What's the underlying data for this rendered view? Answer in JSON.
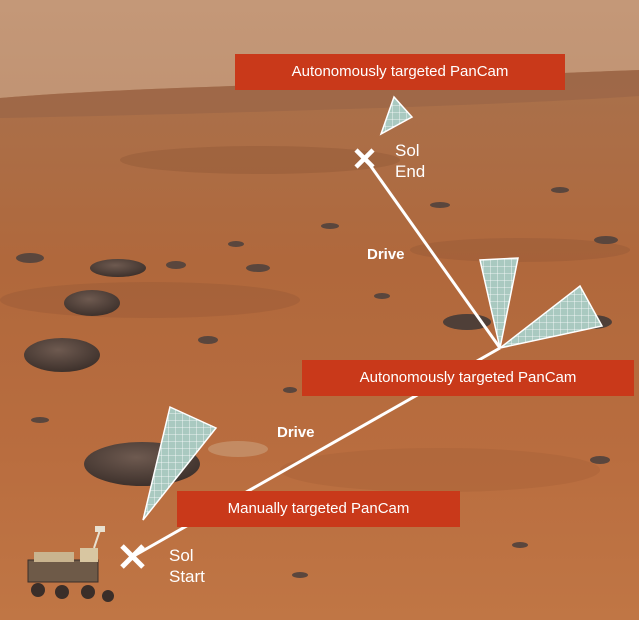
{
  "callouts": {
    "top": "Autonomously targeted PanCam",
    "middle": "Autonomously targeted PanCam",
    "bottom": "Manually targeted PanCam"
  },
  "drive_labels": {
    "upper": "Drive",
    "lower": "Drive"
  },
  "markers": {
    "end": {
      "line1": "Sol",
      "line2": "End"
    },
    "start": {
      "line1": "Sol",
      "line2": "Start"
    }
  },
  "colors": {
    "callout_background": "#c9391a",
    "path_line": "#ffffff",
    "fov_fill": "#a9c9c0",
    "sky": "#b98866",
    "ground": "#b56a3e"
  },
  "icons": {
    "marker": "x-mark-icon",
    "fov": "camera-field-of-view-icon",
    "rover": "rover-icon"
  }
}
